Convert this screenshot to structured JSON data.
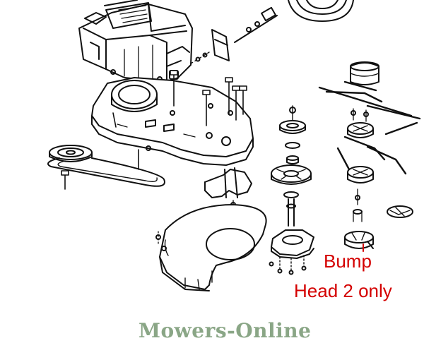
{
  "annotation": {
    "line1": "Bump",
    "line2": "Head 2 only",
    "color": "#d40000"
  },
  "watermark": {
    "text": "Mowers-Online",
    "color": "#8aa686"
  },
  "diagram": {
    "style": "black line-art exploded parts view",
    "parts": [
      "engine",
      "engine-deck",
      "drive-pulley",
      "drive-belt",
      "wheel",
      "axle-bracket",
      "belt-guard",
      "cutting-shroud",
      "spindle-pulley",
      "spindle-hub",
      "spindle-shaft",
      "spindle-housing",
      "trimmer-lines",
      "bump-head-cap",
      "bump-head-spool",
      "bump-head-knob"
    ]
  }
}
